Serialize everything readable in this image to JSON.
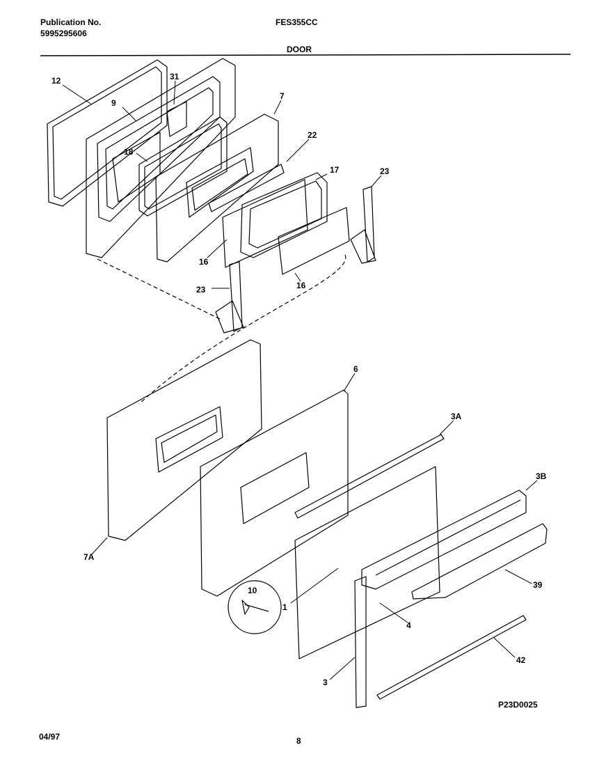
{
  "header": {
    "publication_label": "Publication No.",
    "publication_number": "5995295606",
    "model": "FES355CC",
    "section": "DOOR"
  },
  "callouts": [
    "12",
    "9",
    "31",
    "7",
    "18",
    "22",
    "17",
    "23",
    "16",
    "16",
    "23",
    "6",
    "3A",
    "3B",
    "7A",
    "10",
    "1",
    "4",
    "39",
    "42",
    "3"
  ],
  "figure_code": "P23D0025",
  "footer": {
    "date": "04/97",
    "page": "8"
  }
}
